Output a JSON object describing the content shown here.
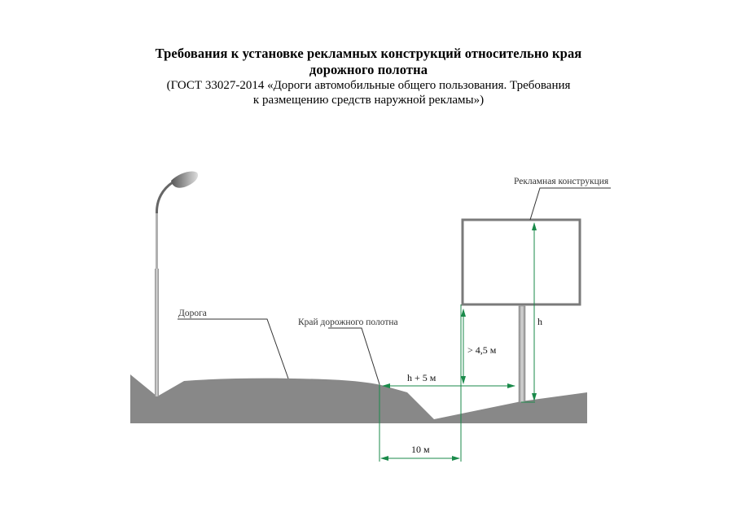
{
  "title": {
    "line1": "Требования к установке рекламных конструкций относительно края",
    "line2": "дорожного полотна",
    "subtitle1": "(ГОСТ 33027-2014 «Дороги автомобильные общего пользования. Требования",
    "subtitle2": "к размещению средств наружной рекламы»)"
  },
  "labels": {
    "road": "Дорога",
    "road_edge": "Край дорожного полотна",
    "billboard": "Рекламная конструкция"
  },
  "dimensions": {
    "horizontal_distance": "h + 5 м",
    "clearance_height": "> 4,5 м",
    "structure_height": "h",
    "min_distance": "10 м"
  },
  "colors": {
    "ground": "#888888",
    "dimension_line": "#1a8a4a",
    "billboard_frame": "#7a7a7a",
    "leader_line": "#333333"
  }
}
